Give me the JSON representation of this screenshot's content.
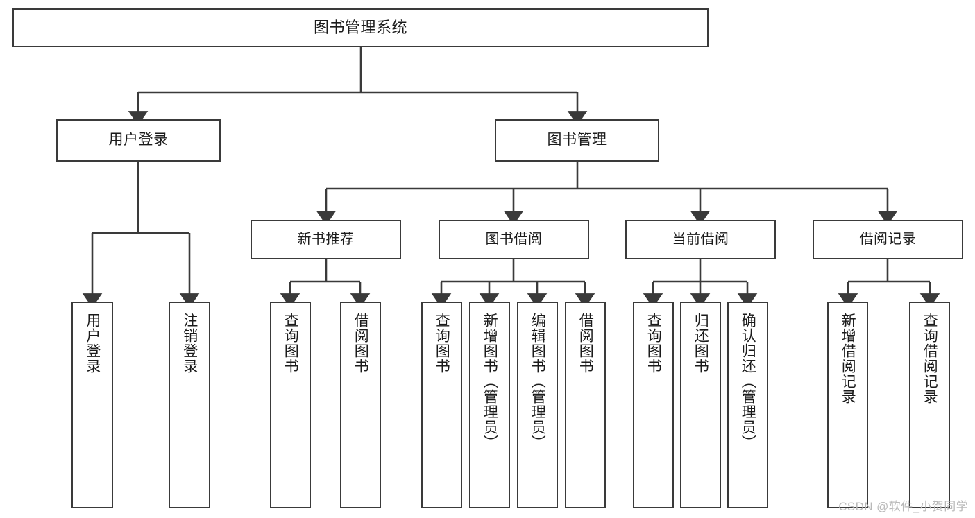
{
  "diagram": {
    "title": "图书管理系统",
    "type": "hierarchy-tree",
    "root": {
      "id": "root",
      "label": "图书管理系统"
    },
    "level1": [
      {
        "id": "user-login",
        "label": "用户登录"
      },
      {
        "id": "book-manage",
        "label": "图书管理"
      }
    ],
    "level2": [
      {
        "id": "new-book-rec",
        "label": "新书推荐"
      },
      {
        "id": "book-borrow",
        "label": "图书借阅"
      },
      {
        "id": "current-borrow",
        "label": "当前借阅"
      },
      {
        "id": "borrow-record",
        "label": "借阅记录"
      }
    ],
    "leaves": [
      {
        "id": "leaf-user-login",
        "label": "用户登录",
        "parent": "user-login"
      },
      {
        "id": "leaf-logout",
        "label": "注销登录",
        "parent": "user-login"
      },
      {
        "id": "leaf-query-book-1",
        "label": "查询图书",
        "parent": "new-book-rec"
      },
      {
        "id": "leaf-borrow-book-1",
        "label": "借阅图书",
        "parent": "new-book-rec"
      },
      {
        "id": "leaf-query-book-2",
        "label": "查询图书",
        "parent": "book-borrow"
      },
      {
        "id": "leaf-add-book",
        "label": "新增图书（管理员）",
        "parent": "book-borrow"
      },
      {
        "id": "leaf-edit-book",
        "label": "编辑图书（管理员）",
        "parent": "book-borrow"
      },
      {
        "id": "leaf-borrow-book-2",
        "label": "借阅图书",
        "parent": "book-borrow"
      },
      {
        "id": "leaf-query-book-3",
        "label": "查询图书",
        "parent": "current-borrow"
      },
      {
        "id": "leaf-return-book",
        "label": "归还图书",
        "parent": "current-borrow"
      },
      {
        "id": "leaf-confirm-return",
        "label": "确认归还（管理员）",
        "parent": "current-borrow"
      },
      {
        "id": "leaf-add-record",
        "label": "新增借阅记录",
        "parent": "borrow-record"
      },
      {
        "id": "leaf-query-record",
        "label": "查询借阅记录",
        "parent": "borrow-record"
      }
    ],
    "colors": {
      "stroke": "#3a3a3a",
      "fill": "#ffffff",
      "text": "#1b1b1b",
      "watermark": "#b9b9b9"
    }
  },
  "watermark": {
    "text": "CSDN @软件_小贺同学"
  }
}
